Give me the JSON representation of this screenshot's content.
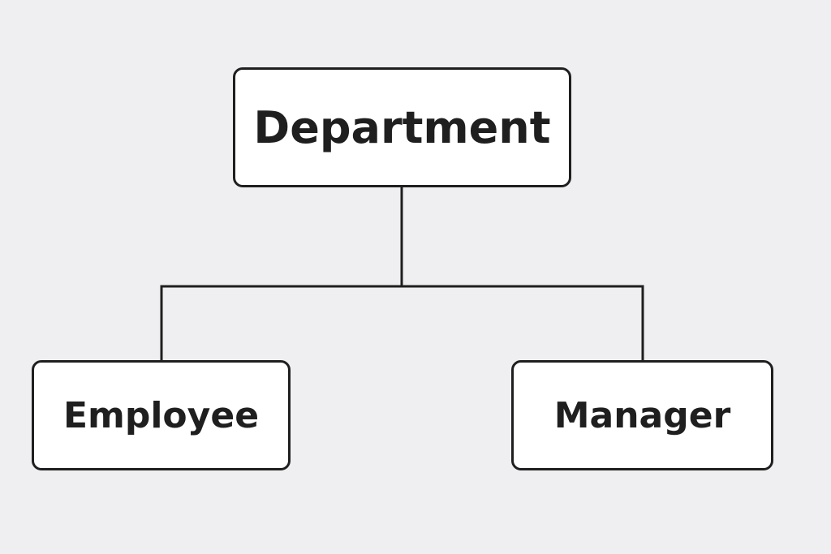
{
  "diagram": {
    "type": "hierarchy",
    "root": {
      "label": "Department"
    },
    "children": [
      {
        "label": "Employee"
      },
      {
        "label": "Manager"
      }
    ],
    "colors": {
      "background": "#efeff1",
      "node_fill": "#ffffff",
      "stroke": "#1f1f1f",
      "text": "#1f1f1f"
    }
  }
}
